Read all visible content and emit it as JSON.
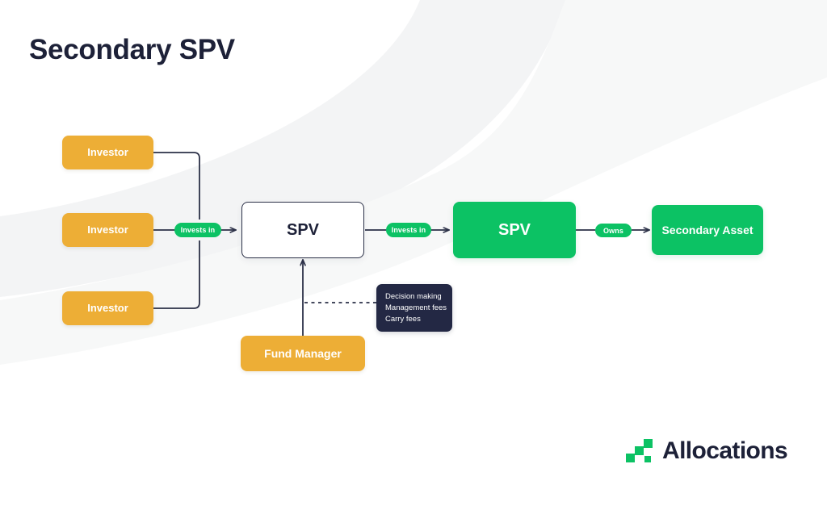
{
  "page": {
    "title": "Secondary SPV",
    "background_color": "#ffffff"
  },
  "colors": {
    "orange": "#edae36",
    "green": "#0cc264",
    "navy": "#232844",
    "title_navy": "#1d2138",
    "white": "#ffffff",
    "swoosh_gray": "#f2f3f4"
  },
  "diagram": {
    "investors": [
      {
        "label": "Investor"
      },
      {
        "label": "Investor"
      },
      {
        "label": "Investor"
      }
    ],
    "spv_primary": {
      "label": "SPV"
    },
    "spv_secondary": {
      "label": "SPV"
    },
    "asset": {
      "label": "Secondary Asset"
    },
    "fund_manager": {
      "label": "Fund Manager"
    },
    "edge_labels": {
      "investors_to_spv": "Invests in",
      "spv_to_spv": "Invests in",
      "spv_to_asset": "Owns"
    },
    "annotation": {
      "line1": "Decision making",
      "line2": "Management fees",
      "line3": "Carry fees"
    }
  },
  "branding": {
    "name": "Allocations",
    "mark": "allocations-logo-icon"
  }
}
